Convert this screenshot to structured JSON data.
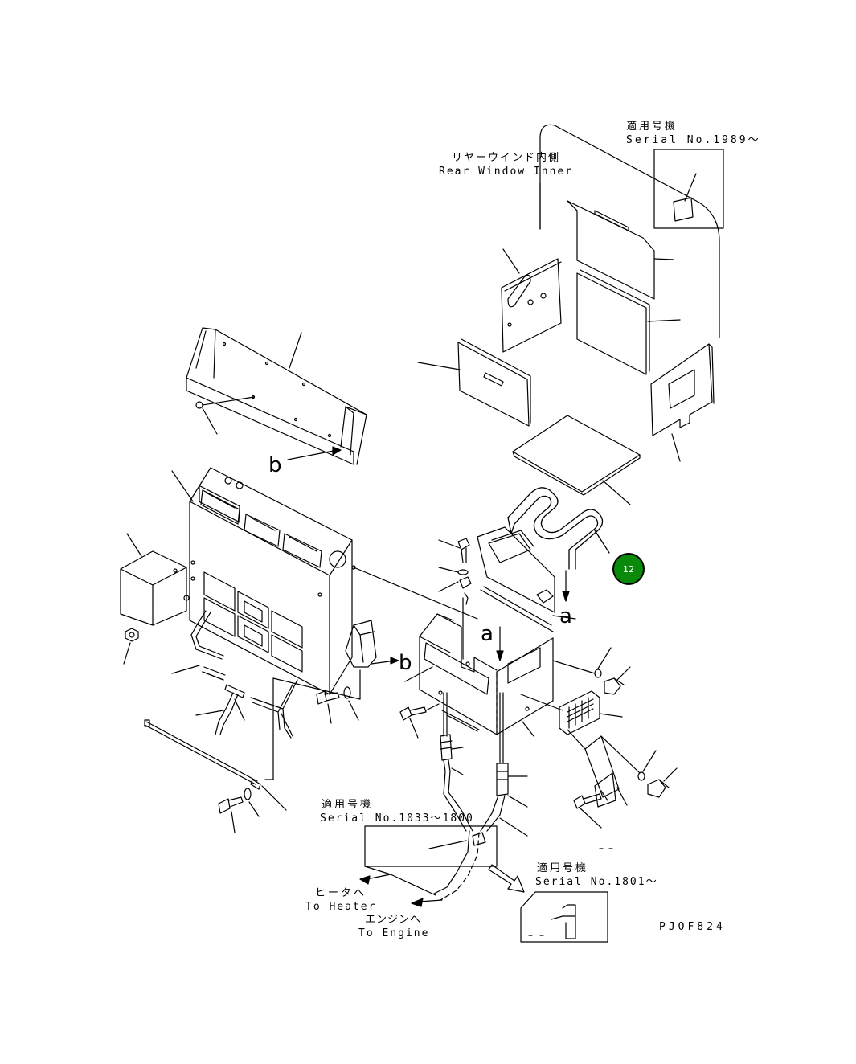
{
  "labels": {
    "serial_1989_jp": "適用号機",
    "serial_1989_en": "Serial No.1989〜",
    "rear_window_jp": "リヤーウインド内側",
    "rear_window_en": "Rear Window Inner",
    "serial_1033_jp": "適用号機",
    "serial_1033_en": "Serial No.1033〜1800",
    "serial_1801_jp": "適用号機",
    "serial_1801_en": "Serial No.1801〜",
    "to_heater_jp": "ヒータへ",
    "to_heater_en": "To Heater",
    "to_engine_jp": "エンジンへ",
    "to_engine_en": "To Engine",
    "drawing_code": "PJOF824",
    "ref_a_1": "a",
    "ref_a_2": "a",
    "ref_b_1": "b",
    "ref_b_2": "b"
  },
  "callout": {
    "number": "12",
    "color": "#0a8a0a"
  }
}
